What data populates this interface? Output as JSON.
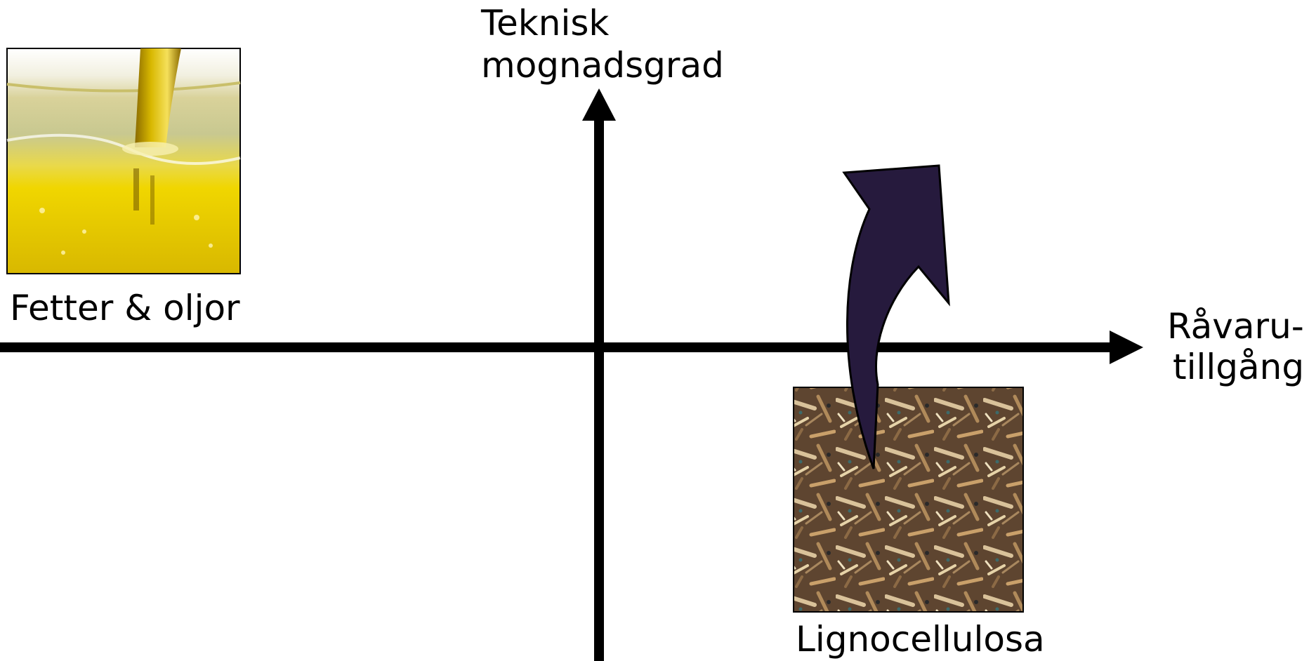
{
  "axes": {
    "y_label_lines": [
      "Teknisk",
      "mognadsgrad"
    ],
    "x_label_lines": [
      "Råvaru-",
      "tillgång"
    ]
  },
  "items": {
    "fats": {
      "label": "Fetter & oljor"
    },
    "lignocellulose": {
      "label": "Lignocellulosa"
    }
  },
  "colors": {
    "axis": "#000000",
    "arrow_fill": "#261a3d",
    "arrow_stroke": "#000000",
    "oil_yellow": "#e6c800",
    "wood_brown": "#7a5a3a"
  }
}
